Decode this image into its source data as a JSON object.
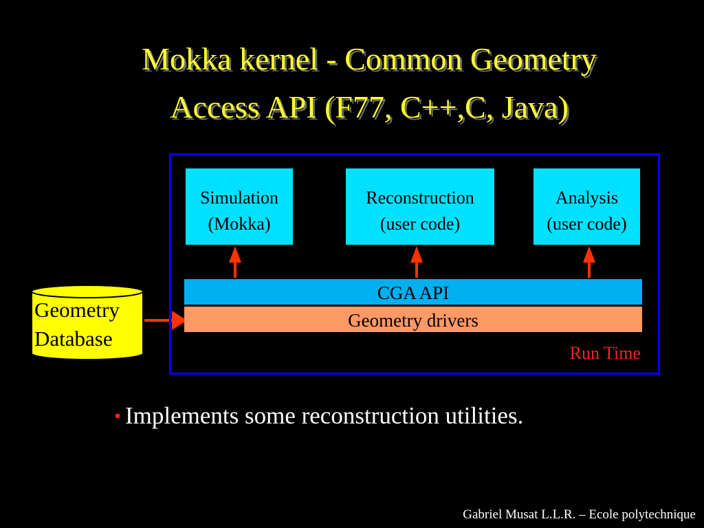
{
  "slide": {
    "title_line_1": "Mokka kernel - Common Geometry",
    "title_line_2": "Access API (F77, C++,C, Java)",
    "footer": "Gabriel Musat L.L.R. – Ecole polytechnique"
  },
  "diagram": {
    "modules": [
      {
        "line_1": "Simulation",
        "line_2": "(Mokka)"
      },
      {
        "line_1": "Reconstruction",
        "line_2": "(user code)"
      },
      {
        "line_1": "Analysis",
        "line_2": "(user code)"
      }
    ],
    "api_layer": "CGA API",
    "drivers_layer": "Geometry drivers",
    "frame_label": "Run Time",
    "database": {
      "line_1": "Geometry",
      "line_2": "Database"
    }
  },
  "bullets": [
    "Implements some reconstruction utilities."
  ],
  "colors": {
    "title": "#ffff33",
    "frame": "#0000ff",
    "module": "#00e0ff",
    "api_layer": "#00b0f0",
    "drivers_layer": "#ff9966",
    "database": "#ffff00",
    "arrow": "#ff3300",
    "run_time_label": "#ff2020"
  }
}
